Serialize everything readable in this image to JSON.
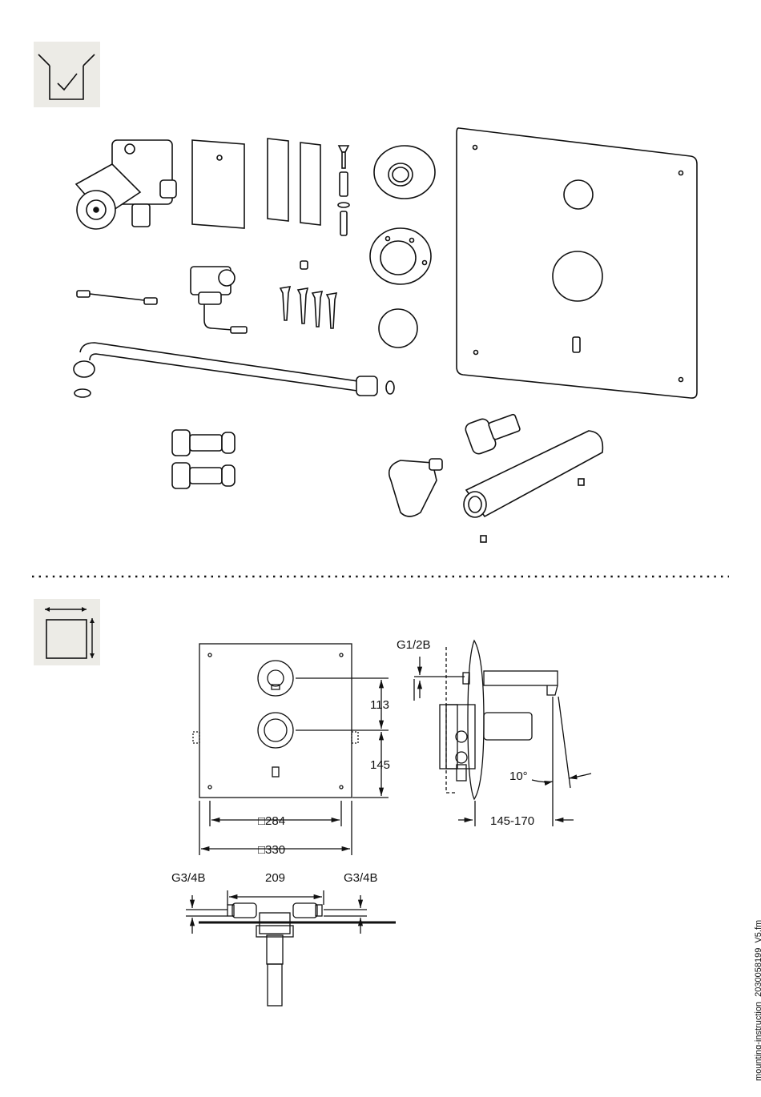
{
  "section_icons": {
    "scope_of_delivery": "box-check-icon",
    "dimensions": "dimension-square-icon"
  },
  "dimensions": {
    "front": {
      "d113": "113",
      "d145": "145",
      "d284": "□284",
      "d330": "□330"
    },
    "side": {
      "thread": "G1/2B",
      "angle": "10°",
      "projection": "145-170"
    },
    "top": {
      "left_thread": "G3/4B",
      "width": "209",
      "right_thread": "G3/4B"
    }
  },
  "footer": {
    "file_name": "mounting-instruction_2030058199_V5.fm"
  }
}
